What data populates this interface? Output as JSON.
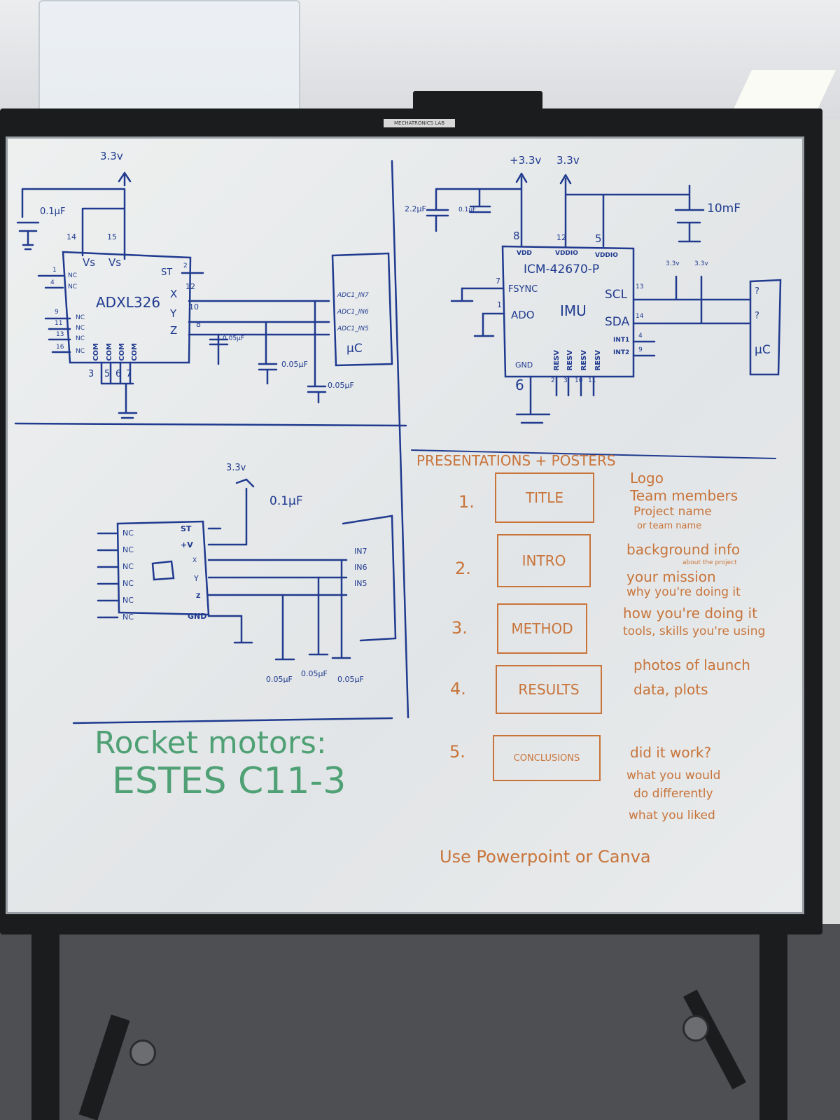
{
  "board_brand": "MECHATRONICS LAB",
  "colors": {
    "blue_marker": "#1f3a8f",
    "orange_marker": "#c8743a",
    "green_marker": "#4fa175"
  },
  "adxl_schematic": {
    "supply": "3.3v",
    "decoupling_cap": "0.1µF",
    "pin_14": "14",
    "pin_15": "15",
    "vs_1": "Vs",
    "vs_2": "Vs",
    "chip": "ADXL326",
    "st": "ST",
    "st_pin": "2",
    "x": "X",
    "y": "Y",
    "z": "Z",
    "x_pin": "12",
    "y_pin": "10",
    "z_pin": "8",
    "nc_pins": [
      {
        "num": "1",
        "label": "NC"
      },
      {
        "num": "4",
        "label": "NC"
      },
      {
        "num": "9",
        "label": "NC"
      },
      {
        "num": "11",
        "label": "NC"
      },
      {
        "num": "13",
        "label": "NC"
      },
      {
        "num": "16",
        "label": "NC"
      }
    ],
    "com_labels": [
      "COM",
      "COM",
      "COM",
      "COM"
    ],
    "com_pins": [
      "3",
      "5",
      "6",
      "7"
    ],
    "adc": [
      "ADC1_IN7",
      "ADC1_IN6",
      "ADC1_IN5"
    ],
    "mcu": "µC",
    "filter_caps": [
      "0.05µF",
      "0.05µF",
      "0.05µF"
    ]
  },
  "imu_schematic": {
    "supply_vdd": "+3.3v",
    "supply_vddio": "3.3v",
    "cap_1": "2.2µF",
    "cap_2": "0.1µF",
    "cap_3": "10mF",
    "pin_8": "8",
    "pin_12": "12",
    "pin_5": "5",
    "vdd": "VDD",
    "vddio_1": "VDDIO",
    "vddio_2": "VDDIO",
    "chip": "ICM-42670-P",
    "center": "IMU",
    "fsync": "FSYNC",
    "fsync_pin": "7",
    "ado": "ADO",
    "ado_pin": "1",
    "scl": "SCL",
    "scl_pin": "13",
    "sda": "SDA",
    "sda_pin": "14",
    "int1": "INT1",
    "int1_pin": "4",
    "int2": "INT2",
    "int2_pin": "9",
    "gnd": "GND",
    "gnd_pin": "6",
    "resv": [
      "RESV",
      "RESV",
      "RESV",
      "RESV"
    ],
    "resv_pins": [
      "2",
      "3",
      "10",
      "11"
    ],
    "pullups": [
      "3.3v",
      "3.3v"
    ],
    "mcu_pins": [
      "?",
      "?"
    ],
    "mcu": "µC"
  },
  "generic_schematic": {
    "supply": "3.3v",
    "cap": "0.1µF",
    "nc": [
      "NC",
      "NC",
      "NC",
      "NC",
      "NC",
      "NC"
    ],
    "st": "ST",
    "v": "+V",
    "x": "X",
    "y": "Y",
    "z": "Z",
    "gnd": "GND",
    "inputs": [
      "IN7",
      "IN6",
      "IN5"
    ],
    "filter_caps": [
      "0.05µF",
      "0.05µF",
      "0.05µF"
    ]
  },
  "rocket": {
    "line1": "Rocket motors:",
    "line2": "ESTES C11-3"
  },
  "presentation": {
    "heading": "PRESENTATIONS + POSTERS",
    "sections": [
      {
        "num": "1.",
        "title": "TITLE",
        "bullets": [
          "Logo",
          "Team members",
          "Project name",
          "or team name"
        ]
      },
      {
        "num": "2.",
        "title": "INTRO",
        "bullets": [
          "background info",
          "about the project",
          "your mission",
          "why you're doing it"
        ]
      },
      {
        "num": "3.",
        "title": "METHOD",
        "bullets": [
          "how you're doing it",
          "tools, skills you're using"
        ]
      },
      {
        "num": "4.",
        "title": "RESULTS",
        "bullets": [
          "photos of launch",
          "data, plots"
        ]
      },
      {
        "num": "5.",
        "title": "CONCLUSIONS",
        "bullets": [
          "did it work?",
          "what you would",
          "do differently",
          "what you liked"
        ]
      }
    ],
    "footer": "Use Powerpoint or Canva"
  }
}
